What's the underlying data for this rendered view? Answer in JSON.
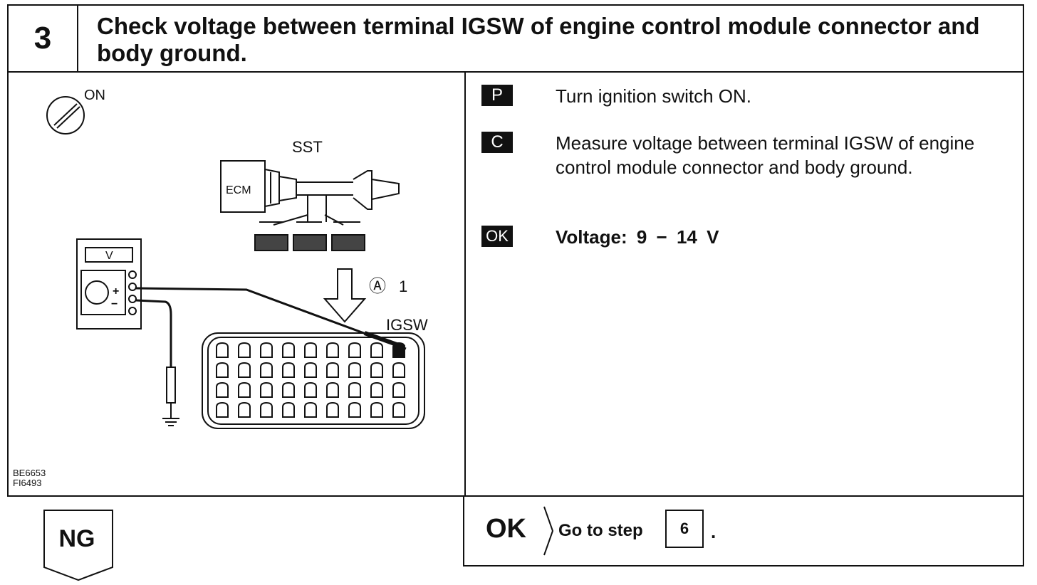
{
  "step": {
    "number": "3",
    "title": "Check voltage between terminal IGSW of engine control module connector and body ground."
  },
  "figure": {
    "labels": {
      "on": "ON",
      "sst": "SST",
      "ecm": "ECM",
      "meter": "V",
      "plus": "+",
      "minus": "−",
      "terminal_a": "Ⓐ",
      "terminal_num": "1",
      "igsw": "IGSW"
    },
    "codes": [
      "BE6653",
      "FI6493"
    ]
  },
  "instructions": [
    {
      "badge": "P",
      "text": "Turn ignition switch ON."
    },
    {
      "badge": "C",
      "text": "Measure voltage between terminal IGSW of engine control module connector and body ground."
    },
    {
      "badge": "OK",
      "text": "Voltage:  9 − 14 V"
    }
  ],
  "results": {
    "ok": {
      "label": "OK",
      "goto_text": "Go to step",
      "step": "6",
      "dot": "."
    },
    "ng": {
      "label": "NG"
    }
  }
}
